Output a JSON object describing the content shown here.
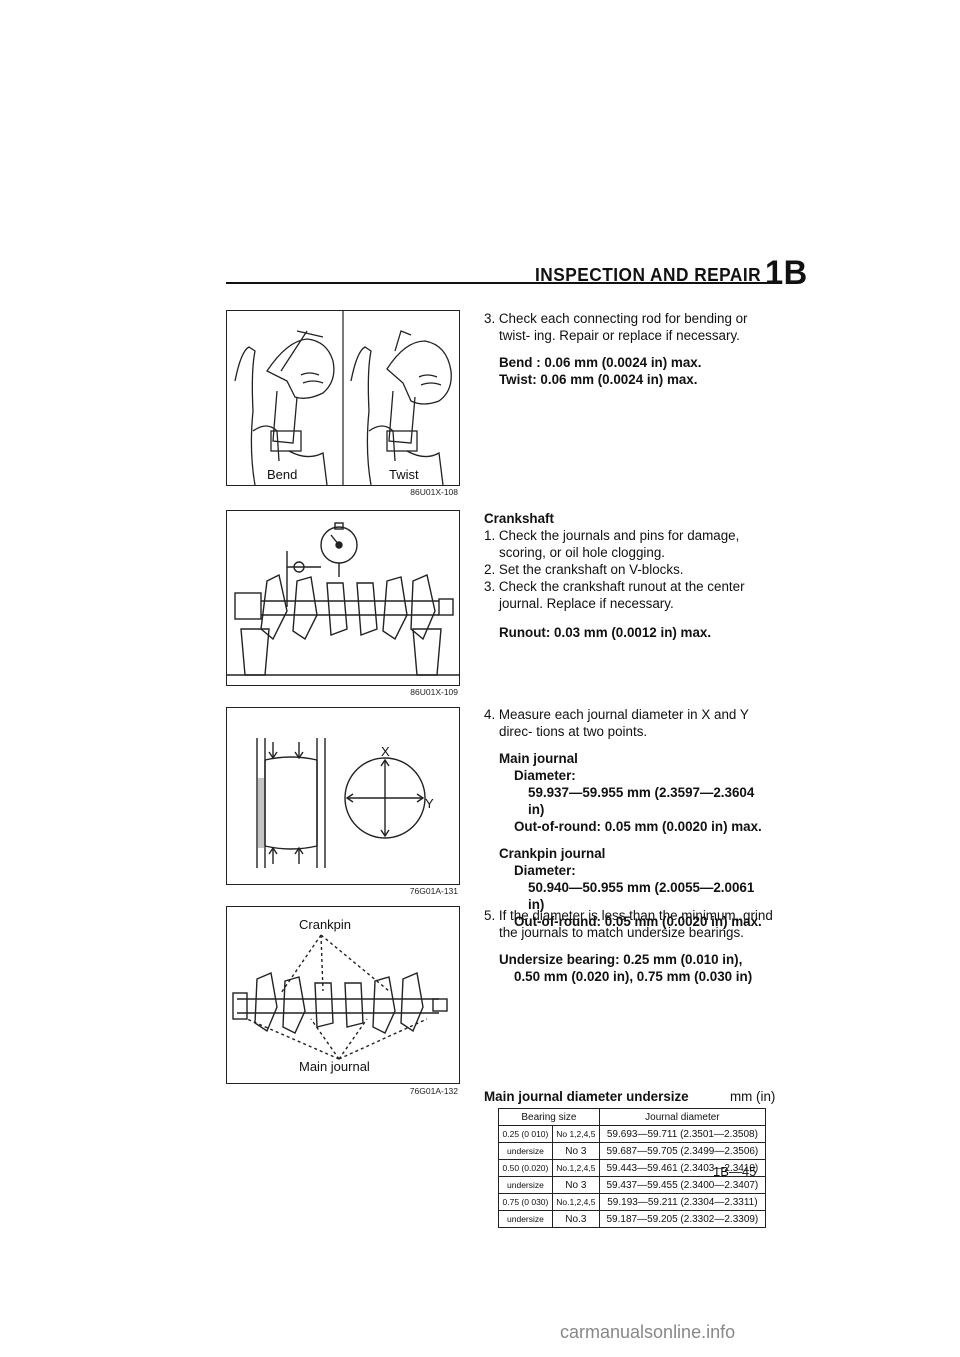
{
  "header": {
    "title": "INSPECTION AND REPAIR",
    "section": "1B"
  },
  "figures": [
    {
      "code": "86U01X-108",
      "labels": {
        "left": "Bend",
        "right": "Twist"
      }
    },
    {
      "code": "86U01X-109"
    },
    {
      "code": "76G01A-131",
      "labels": {
        "x": "X",
        "y": "Y"
      }
    },
    {
      "code": "76G01A-132",
      "labels": {
        "top": "Crankpin",
        "bottom": "Main journal"
      }
    }
  ],
  "conrod": {
    "step": "3. Check each connecting rod for bending or twist- ing. Repair or replace if necessary.",
    "bend": "Bend : 0.06 mm (0.0024 in) max.",
    "twist": "Twist: 0.06 mm (0.0024 in) max."
  },
  "crankshaft": {
    "heading": "Crankshaft",
    "steps": [
      "1. Check the journals and pins for damage, scoring, or oil hole clogging.",
      "2. Set the crankshaft on V-blocks.",
      "3. Check the crankshaft runout at the center journal. Replace if necessary."
    ],
    "runout": "Runout: 0.03 mm (0.0012 in) max."
  },
  "measure": {
    "step": "4. Measure each journal diameter in X and Y direc- tions at two points.",
    "main_title": "Main journal",
    "main_diam_label": "Diameter:",
    "main_diam": "59.937—59.955 mm (2.3597—2.3604 in)",
    "main_oor": "Out-of-round: 0.05 mm (0.0020 in) max.",
    "pin_title": "Crankpin journal",
    "pin_diam_label": "Diameter:",
    "pin_diam": "50.940—50.955 mm (2.0055—2.0061 in)",
    "pin_oor": "Out-of-round: 0.05 mm (0.0020 in) max."
  },
  "undersize": {
    "step": "5. If the diameter is less than the minimum, grind the journals to match undersize bearings.",
    "bearing_line1": "Undersize bearing: 0.25 mm (0.010 in),",
    "bearing_line2": "0.50 mm (0.020 in), 0.75 mm (0.030 in)",
    "table_title": "Main journal diameter undersize",
    "table_unit": "mm (in)",
    "table_headers": [
      "Bearing size",
      "Journal diameter"
    ],
    "groups": [
      {
        "size": "0.25 (0 010)",
        "sub": "undersize",
        "rows": [
          [
            "No 1,2,4,5",
            "59.693—59.711 (2.3501—2.3508)"
          ],
          [
            "No 3",
            "59.687—59.705 (2.3499—2.3506)"
          ]
        ]
      },
      {
        "size": "0.50 (0.020)",
        "sub": "undersize",
        "rows": [
          [
            "No.1,2,4,5",
            "59.443—59.461 (2.3403—2.3410)"
          ],
          [
            "No 3",
            "59.437—59.455 (2.3400—2.3407)"
          ]
        ]
      },
      {
        "size": "0.75 (0 030)",
        "sub": "undersize",
        "rows": [
          [
            "No.1,2,4,5",
            "59.193—59.211 (2.3304—2.3311)"
          ],
          [
            "No.3",
            "59.187—59.205 (2.3302—2.3309)"
          ]
        ]
      }
    ]
  },
  "page_number": "1B—45",
  "watermark": "carmanualsonline.info"
}
